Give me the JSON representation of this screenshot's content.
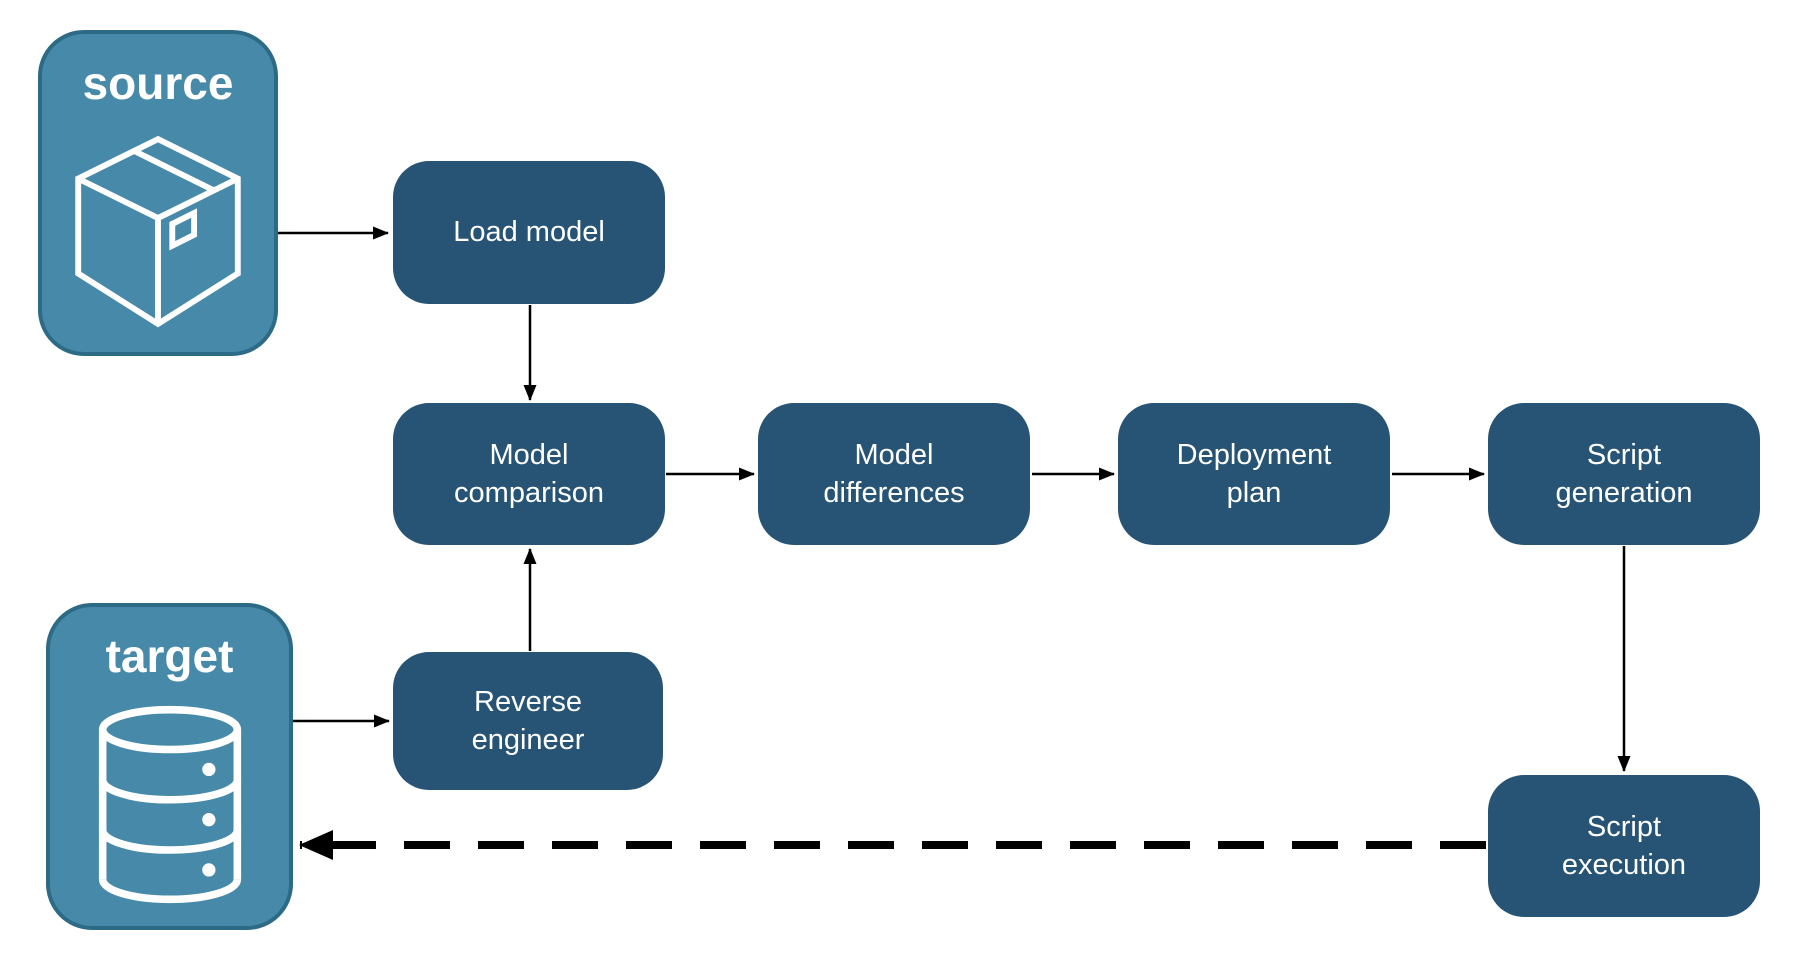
{
  "diagram_type": "flowchart",
  "containers": {
    "source": {
      "label": "source",
      "icon": "package-icon"
    },
    "target": {
      "label": "target",
      "icon": "database-icon"
    }
  },
  "nodes": {
    "load_model": {
      "label": "Load model"
    },
    "model_comparison": {
      "label": "Model comparison"
    },
    "model_differences": {
      "label": "Model differences"
    },
    "deployment_plan": {
      "label": "Deployment plan"
    },
    "script_generation": {
      "label": "Script generation"
    },
    "reverse_engineer": {
      "label": "Reverse engineer"
    },
    "script_execution": {
      "label": "Script execution"
    }
  },
  "edges": [
    {
      "from": "source",
      "to": "load_model",
      "style": "solid"
    },
    {
      "from": "load_model",
      "to": "model_comparison",
      "style": "solid"
    },
    {
      "from": "model_comparison",
      "to": "model_differences",
      "style": "solid"
    },
    {
      "from": "model_differences",
      "to": "deployment_plan",
      "style": "solid"
    },
    {
      "from": "deployment_plan",
      "to": "script_generation",
      "style": "solid"
    },
    {
      "from": "script_generation",
      "to": "script_execution",
      "style": "solid"
    },
    {
      "from": "target",
      "to": "reverse_engineer",
      "style": "solid"
    },
    {
      "from": "reverse_engineer",
      "to": "model_comparison",
      "style": "solid"
    },
    {
      "from": "script_execution",
      "to": "target",
      "style": "dashed"
    }
  ],
  "colors": {
    "node_fill": "#275474",
    "endpoint_fill": "#4689A8",
    "endpoint_border": "#2D6A85",
    "label_text": "#FFFFFF",
    "arrow": "#000000",
    "background": "#FFFFFF"
  }
}
